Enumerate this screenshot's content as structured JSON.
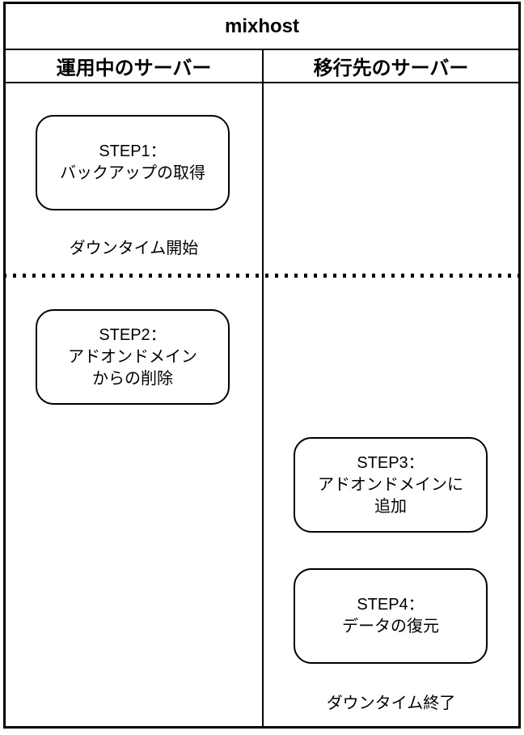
{
  "title": "mixhost",
  "columns": [
    {
      "header": "運用中のサーバー"
    },
    {
      "header": "移行先のサーバー"
    }
  ],
  "steps": [
    {
      "name": "step1",
      "lines": [
        "STEP1：",
        "バックアップの取得"
      ]
    },
    {
      "name": "step2",
      "lines": [
        "STEP2：",
        "アドオンドメイン",
        "からの削除"
      ]
    },
    {
      "name": "step3",
      "lines": [
        "STEP3：",
        "アドオンドメインに",
        "追加"
      ]
    },
    {
      "name": "step4",
      "lines": [
        "STEP4：",
        "データの復元"
      ]
    }
  ],
  "labels": {
    "downtime_start": "ダウンタイム開始",
    "downtime_end": "ダウンタイム終了"
  },
  "colors": {
    "border": "#000000",
    "background": "#ffffff",
    "text": "#000000"
  }
}
